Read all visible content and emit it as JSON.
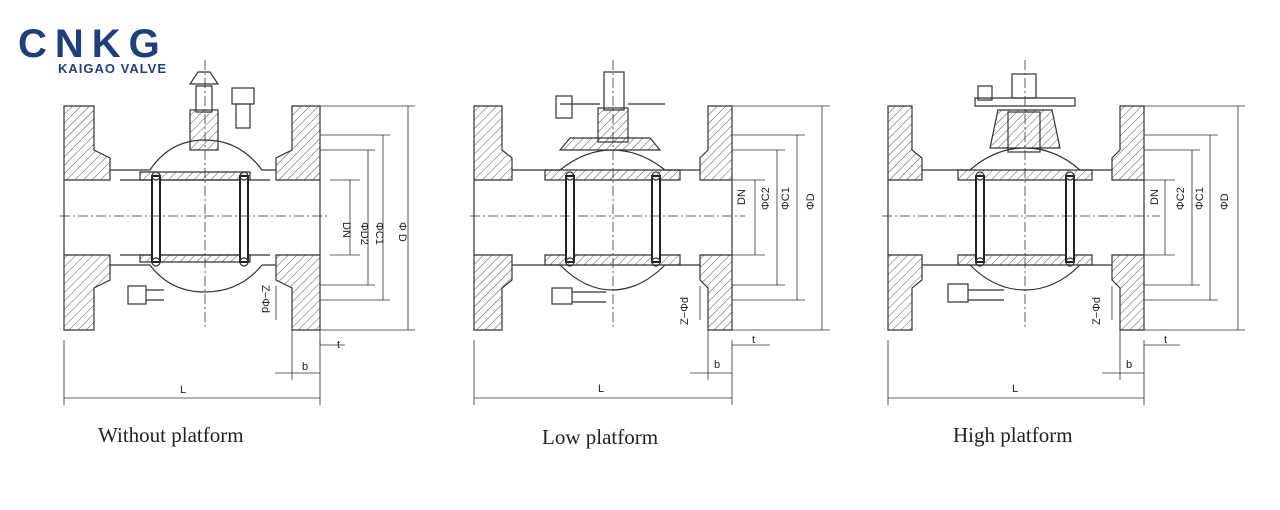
{
  "logo": {
    "brand": "CNKG",
    "subtitle": "KAIGAO VALVE",
    "color": "#1f3f7a"
  },
  "diagrams": [
    {
      "caption": "Without platform",
      "dims": {
        "dn": "DN",
        "d2": "ΦD2",
        "d1": "ΦC1",
        "d": "Φ D",
        "bolt": "Z−Φd",
        "t": "t",
        "b": "b",
        "l": "L"
      }
    },
    {
      "caption": "Low platform",
      "dims": {
        "dn": "DN",
        "d2": "ΦC2",
        "d1": "ΦC1",
        "d": "ΦD",
        "bolt": "Z−Φd",
        "t": "t",
        "b": "b",
        "l": "L"
      }
    },
    {
      "caption": "High platform",
      "dims": {
        "dn": "DN",
        "d2": "ΦC2",
        "d1": "ΦC1",
        "d": "ΦD",
        "bolt": "Z−Φd",
        "t": "t",
        "b": "b",
        "l": "L"
      }
    }
  ]
}
